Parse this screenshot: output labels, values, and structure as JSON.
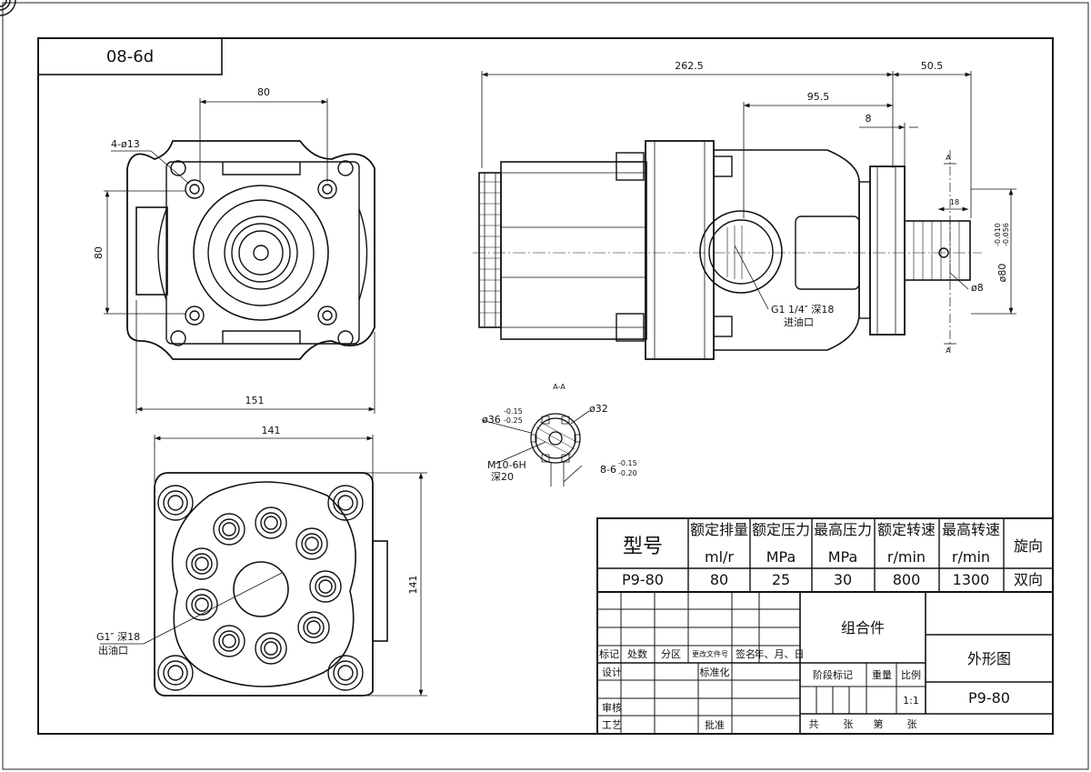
{
  "sheet": {
    "drawing_code": "08-6d"
  },
  "front_view": {
    "hole_note": "4-ø13",
    "dim_top": "80",
    "dim_left": "80",
    "dim_bottom": "151"
  },
  "port_view": {
    "dim_top": "141",
    "dim_right": "141",
    "outlet_note": "G1″ 深18",
    "outlet_label": "出油口"
  },
  "side_view": {
    "dim_overall": "262.5",
    "dim_shaft": "50.5",
    "dim_mid": "95.5",
    "dim_small": "8",
    "dim_key": "18",
    "shaft_dia": "ø80",
    "tol_upper": "-0.010",
    "tol_lower": "-0.056",
    "pin_dia": "ø8",
    "inlet_note": "G1 1/4″ 深18",
    "inlet_label": "进油口",
    "section_mark": "A"
  },
  "section_view": {
    "title": "A-A",
    "dia_outer": "ø36",
    "dia_outer_tol_up": "-0.15",
    "dia_outer_tol_low": "-0.25",
    "dia_inner": "ø32",
    "thread": "M10-6H",
    "thread_depth": "深20",
    "spline": "8-6",
    "spline_tol_up": "-0.15",
    "spline_tol_low": "-0.20"
  },
  "spec_table": {
    "headers": [
      {
        "name": "型号",
        "unit": ""
      },
      {
        "name": "额定排量",
        "unit": "ml/r"
      },
      {
        "name": "额定压力",
        "unit": "MPa"
      },
      {
        "name": "最高压力",
        "unit": "MPa"
      },
      {
        "name": "额定转速",
        "unit": "r/min"
      },
      {
        "name": "最高转速",
        "unit": "r/min"
      },
      {
        "name": "旋向",
        "unit": ""
      }
    ],
    "row": [
      "P9-80",
      "80",
      "25",
      "30",
      "800",
      "1300",
      "双向"
    ]
  },
  "title_block": {
    "assembly": "组合件",
    "drawing_type": "外形图",
    "model": "P9-80",
    "scale": "1:1",
    "labels": {
      "mark": "标记",
      "count": "处数",
      "zone": "分区",
      "doc": "更改文件号",
      "sign": "签名",
      "date": "年、月、日",
      "design": "设计",
      "standard": "标准化",
      "review": "审核",
      "process": "工艺",
      "approve": "批准",
      "stage": "阶段标记",
      "weight": "重量",
      "ratio": "比例",
      "total": "共",
      "sheets1": "张",
      "sheet_no": "第",
      "sheets2": "张"
    }
  }
}
